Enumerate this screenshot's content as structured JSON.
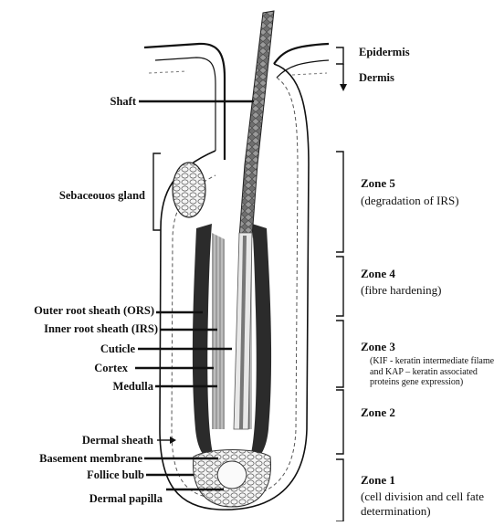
{
  "labels": {
    "shaft": "Shaft",
    "sebaceous_gland": "Sebaceouos gland",
    "outer_root_sheath": "Outer root sheath (ORS)",
    "inner_root_sheath": "Inner root sheath  (IRS)",
    "cuticle": "Cuticle",
    "cortex": "Cortex",
    "medulla": "Medulla",
    "dermal_sheath": "Dermal sheath",
    "basement_membrane": "Basement membrane",
    "follice_bulb": "Follice bulb",
    "dermal_papilla": "Dermal papilla",
    "epidermis": "Epidermis",
    "dermis": "Dermis"
  },
  "zones": [
    {
      "title": "Zone 5",
      "description": "(degradation of IRS)"
    },
    {
      "title": "Zone 4",
      "description": "(fibre hardening)"
    },
    {
      "title": "Zone 3",
      "description": "(KIF - keratin intermediate filaments and KAP – keratin associated proteins gene expression)"
    },
    {
      "title": "Zone 2",
      "description": ""
    },
    {
      "title": "Zone 1",
      "description": "(cell division and cell fate determination)"
    }
  ],
  "colors": {
    "ink": "#111111",
    "dark_sheath": "#2b2b2b",
    "mid_gray": "#8c8c8c",
    "light_gray": "#cfcfcf"
  }
}
